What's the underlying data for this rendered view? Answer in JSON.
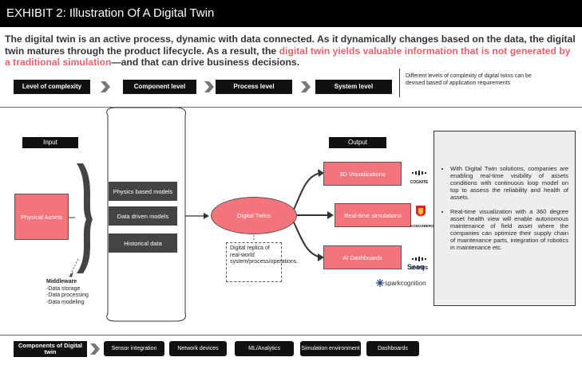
{
  "header": {
    "title": "EXHIBIT 2: Illustration Of A Digital Twin"
  },
  "intro": {
    "part1": "The digital twin is an active process, dynamic with data connected. As it dynamically changes based on the data, the digital twin matures through the product lifecycle. As a result, the ",
    "highlight": "digital twin yields valuable information that is not generated by a traditional simulation",
    "part2": "—and that can drive business decisions."
  },
  "levels": {
    "items": [
      "Level of complexity",
      "Component level",
      "Process level",
      "System level"
    ],
    "note": "Different levels of complexity of digital twins can be devised based of application requirements"
  },
  "diagram": {
    "input_label": "Input",
    "input_box": "Physical Assets",
    "middleware_title": "Middleware",
    "middleware_items": [
      "-Data storage",
      "-Data processing",
      "-Data modeling"
    ],
    "models": [
      "Physics based models",
      "Data driven models",
      "Historical data"
    ],
    "center": "Digital Twins",
    "center_note": "Digital replica of real-world system/process/operations.",
    "output_label": "Output",
    "outputs": [
      "3D Visualizations",
      "Real-time simulations",
      "AI Dashboards"
    ],
    "logos": [
      "COGNITE",
      "KONGSBERG",
      "COGNITE",
      "Seeq",
      "sparkcognition"
    ]
  },
  "panel": {
    "bullets": [
      "With Digital Twin solutions, companies are enabling real-time visibility of assets conditions with continuous loop model on top to assess the reliability and health of assets.",
      "Real-time visualization with a 360 degree asset health view will enable autonomous maintenance of field asset where the companies can optimize their supply chain of maintenance parts, integration of robotics in maintenance etc."
    ]
  },
  "components": {
    "title": "Components of Digital twin",
    "items": [
      "Sensor integration",
      "Network devices",
      "ML/Analytics",
      "Simulation environment",
      "Dashboards"
    ]
  },
  "colors": {
    "accent": "#f4747c",
    "dark": "#111111",
    "highlight_text": "#e8616c"
  }
}
